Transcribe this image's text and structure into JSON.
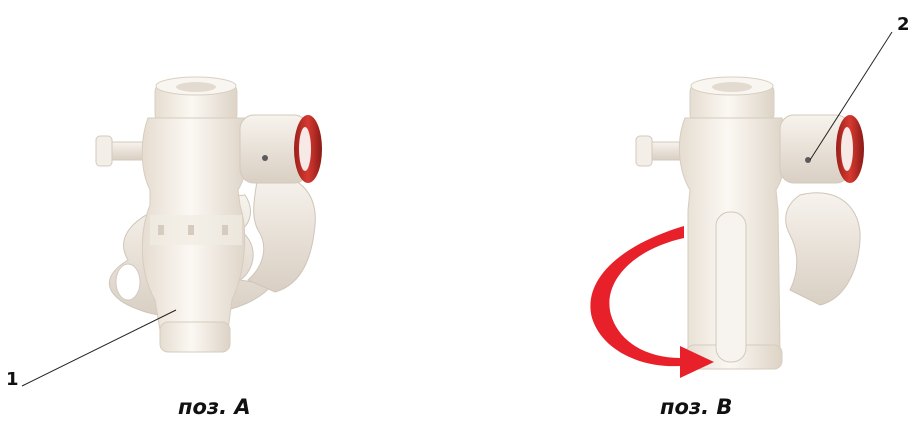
{
  "callouts": {
    "one": "1",
    "two": "2"
  },
  "captions": {
    "a": "поз. А",
    "b": "поз. В"
  },
  "colors": {
    "plastic": "#f4eee6",
    "shade": "#dcd3c8",
    "seal": "#d2342d",
    "arrow": "#e7202a"
  }
}
